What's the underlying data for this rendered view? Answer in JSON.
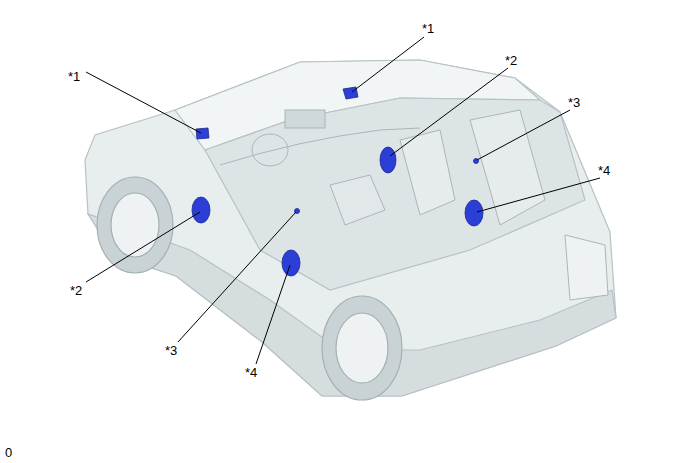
{
  "diagram": {
    "labels": [
      "*1",
      "*1",
      "*2",
      "*3",
      "*4",
      "*2",
      "*3",
      "*4",
      "0"
    ]
  }
}
